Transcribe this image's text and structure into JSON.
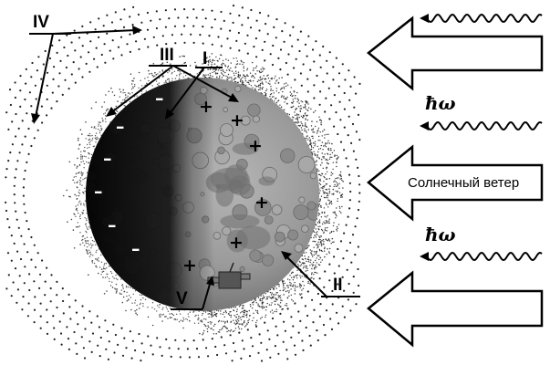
{
  "labels": {
    "I": "I",
    "II": "II",
    "III": "III",
    "IV": "IV",
    "V": "V"
  },
  "photon_label": "ħω",
  "wind_label": "Солнечный ветер",
  "charges": {
    "negative": "–",
    "positive": "+"
  }
}
